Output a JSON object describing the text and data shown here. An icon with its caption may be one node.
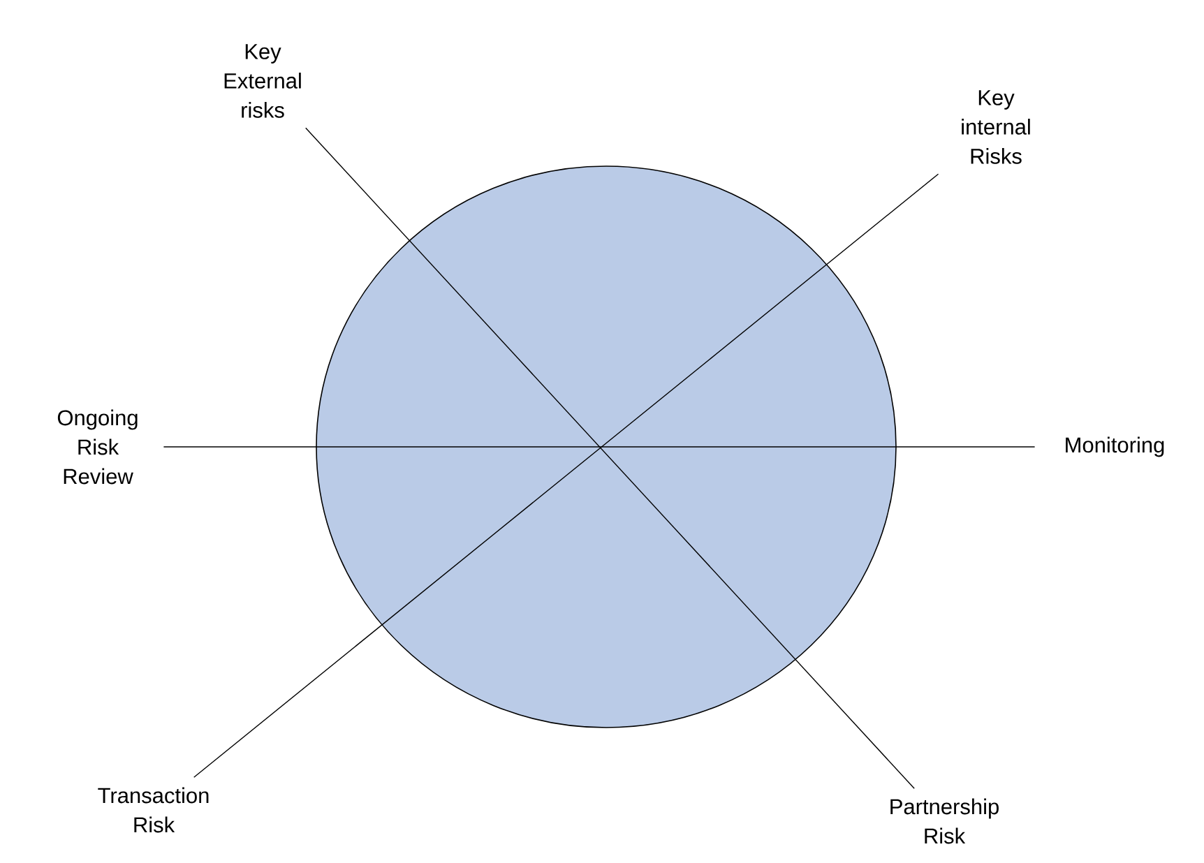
{
  "diagram": {
    "nodes": [
      {
        "text": [
          "Key External risks"
        ]
      },
      {
        "text": [
          "Key internal Risks"
        ]
      },
      {
        "text": [
          "Ongoing Risk Review"
        ]
      },
      {
        "text": [
          "Monitoring"
        ]
      },
      {
        "text": [
          "Transaction Risk"
        ]
      },
      {
        "text": [
          "Partnership Risk"
        ]
      }
    ],
    "edges": [
      {
        "from": 0,
        "to": 5,
        "arrow": "none"
      },
      {
        "from": 1,
        "to": 4,
        "arrow": "none"
      },
      {
        "from": 2,
        "to": 3,
        "arrow": "none"
      }
    ]
  }
}
